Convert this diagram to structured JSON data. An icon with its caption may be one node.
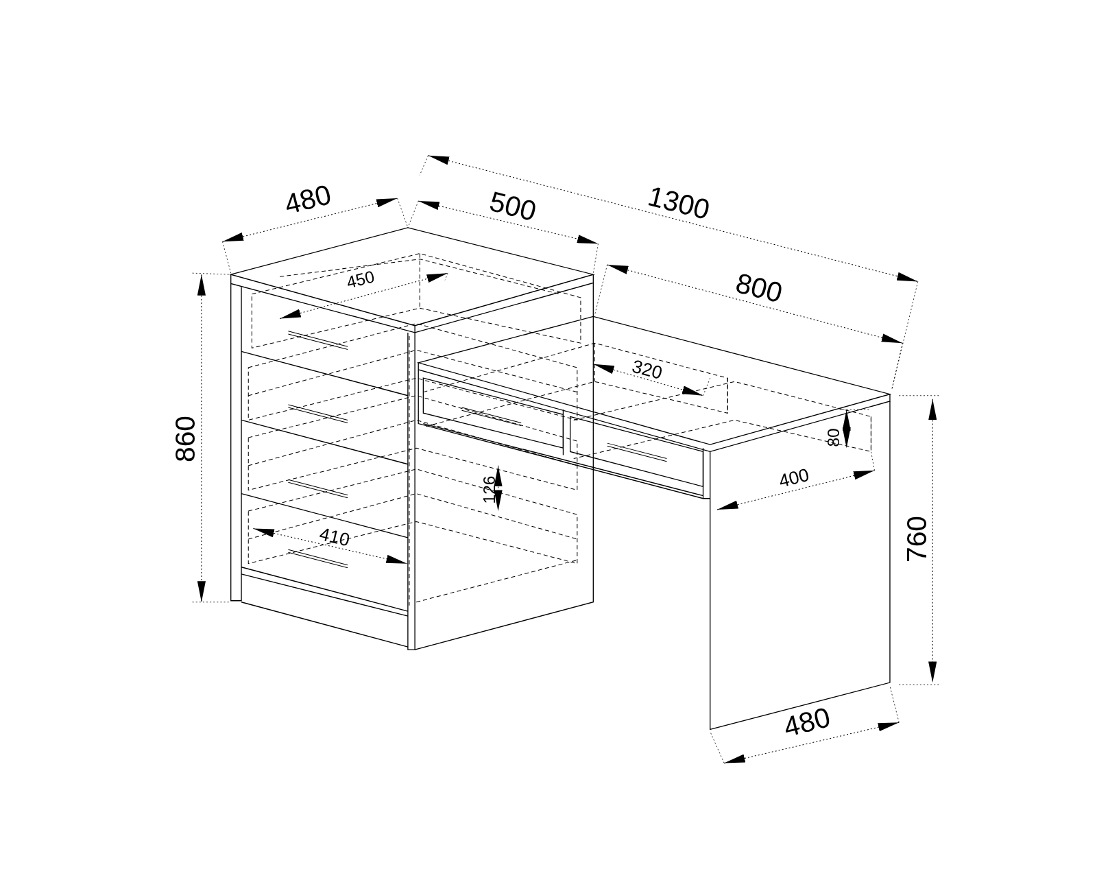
{
  "diagram": {
    "labels": [
      "480",
      "500",
      "1300",
      "450",
      "800",
      "320",
      "860",
      "80",
      "126",
      "400",
      "760",
      "410",
      "480"
    ]
  }
}
